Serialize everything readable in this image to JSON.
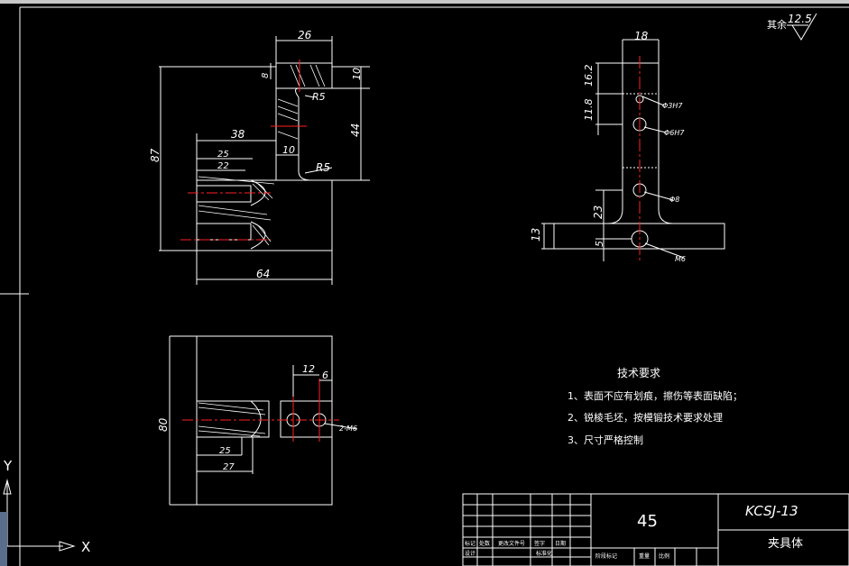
{
  "surface_roughness": {
    "label": "其余",
    "value": "12.5"
  },
  "dims_front": {
    "width_26": "26",
    "h_10": "10",
    "h_8": "8",
    "r5_top": "R5",
    "total_87": "87",
    "w_38": "38",
    "w_25": "25",
    "w_22": "22",
    "w_10": "10",
    "r5_mid": "R5",
    "h_44": "44",
    "w_64": "64"
  },
  "dims_side": {
    "w_18": "18",
    "h_162": "16.2",
    "h_118": "11.8",
    "phi_a": "Φ3H7",
    "phi_b": "Φ6H7",
    "phi_c": "Φ8",
    "h_23": "23",
    "h_13": "13",
    "h_5": "5",
    "m6": "M6"
  },
  "dims_top": {
    "w_12": "12",
    "w_6": "6",
    "h_80": "80",
    "w_25": "25",
    "w_27": "27",
    "m6": "2-M6"
  },
  "tech_requirements": {
    "title": "技术要求",
    "items": [
      "1、表面不应有划痕，擦伤等表面缺陷；",
      "2、锐棱毛坯，按模锻技术要求处理",
      "3、尺寸严格控制"
    ]
  },
  "title_block": {
    "material": "45",
    "drawing_no": "KCSJ-13",
    "part_name": "夹具体",
    "cells": [
      "标记",
      "处数",
      "更改文件号",
      "签字",
      "日期",
      "设计",
      "标准化",
      "阶段标记",
      "重量",
      "比例"
    ]
  },
  "ucs": {
    "x": "X",
    "y": "Y"
  }
}
